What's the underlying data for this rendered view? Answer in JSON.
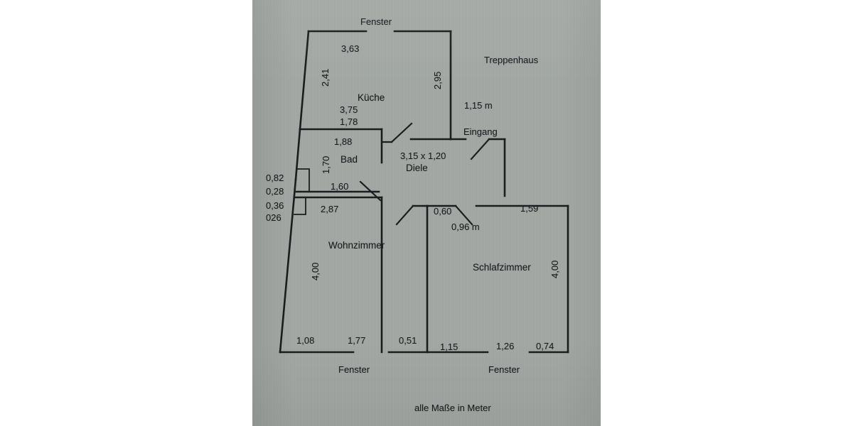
{
  "sheet": {
    "footer_note": "alle Maße in Meter",
    "background_color": "#a3a8a5",
    "ink_color": "#17191a"
  },
  "rooms": [
    {
      "key": "kueche",
      "label": "Küche"
    },
    {
      "key": "bad",
      "label": "Bad"
    },
    {
      "key": "diele",
      "label": "Diele"
    },
    {
      "key": "wohnzimmer",
      "label": "Wohnzimmer"
    },
    {
      "key": "schlafzimmer",
      "label": "Schlafzimmer"
    }
  ],
  "annotations": {
    "treppenhaus": "Treppenhaus",
    "eingang": "Eingang",
    "fenster_top": "Fenster",
    "fenster_bottom_left": "Fenster",
    "fenster_bottom_right": "Fenster",
    "diele_size": "3,15 x 1,20"
  },
  "dimensions": {
    "top_kitchen_width": "3,63",
    "kitchen_left_height": "2,41",
    "kitchen_right_height": "2,95",
    "kitchen_bottom_a": "3,75",
    "kitchen_bottom_b": "1,78",
    "bad_top": "1,88",
    "bad_left": "1,70",
    "bad_bottom": "1,60",
    "wohnzimmer_top": "2,87",
    "wohnzimmer_left": "4,00",
    "schlafzimmer_right": "4,00",
    "stair_width": "1,15 m",
    "schlafzimmer_top": "1,59",
    "door_width": "0,60",
    "door_note": "0,96 m",
    "bottom_1": "1,08",
    "bottom_2": "1,77",
    "bottom_3": "0,51",
    "bottom_4": "1,15",
    "bottom_5": "1,26",
    "bottom_6": "0,74",
    "left_edge": [
      "0,82",
      "0,28",
      "0,36",
      "026"
    ]
  }
}
